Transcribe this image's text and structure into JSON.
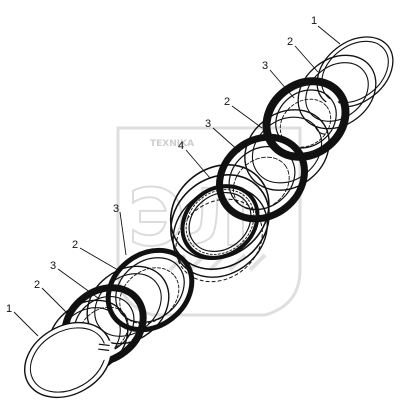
{
  "watermark": {
    "top_text": "TEXNIKA",
    "logo_letters": "ЭЛ"
  },
  "callouts": [
    "1",
    "2",
    "3",
    "2",
    "3",
    "4",
    "3",
    "2",
    "3",
    "2",
    "1"
  ],
  "colors": {
    "line": "#111111",
    "ring_black": "#1a1a1a",
    "watermark": "#d9d9d9"
  }
}
